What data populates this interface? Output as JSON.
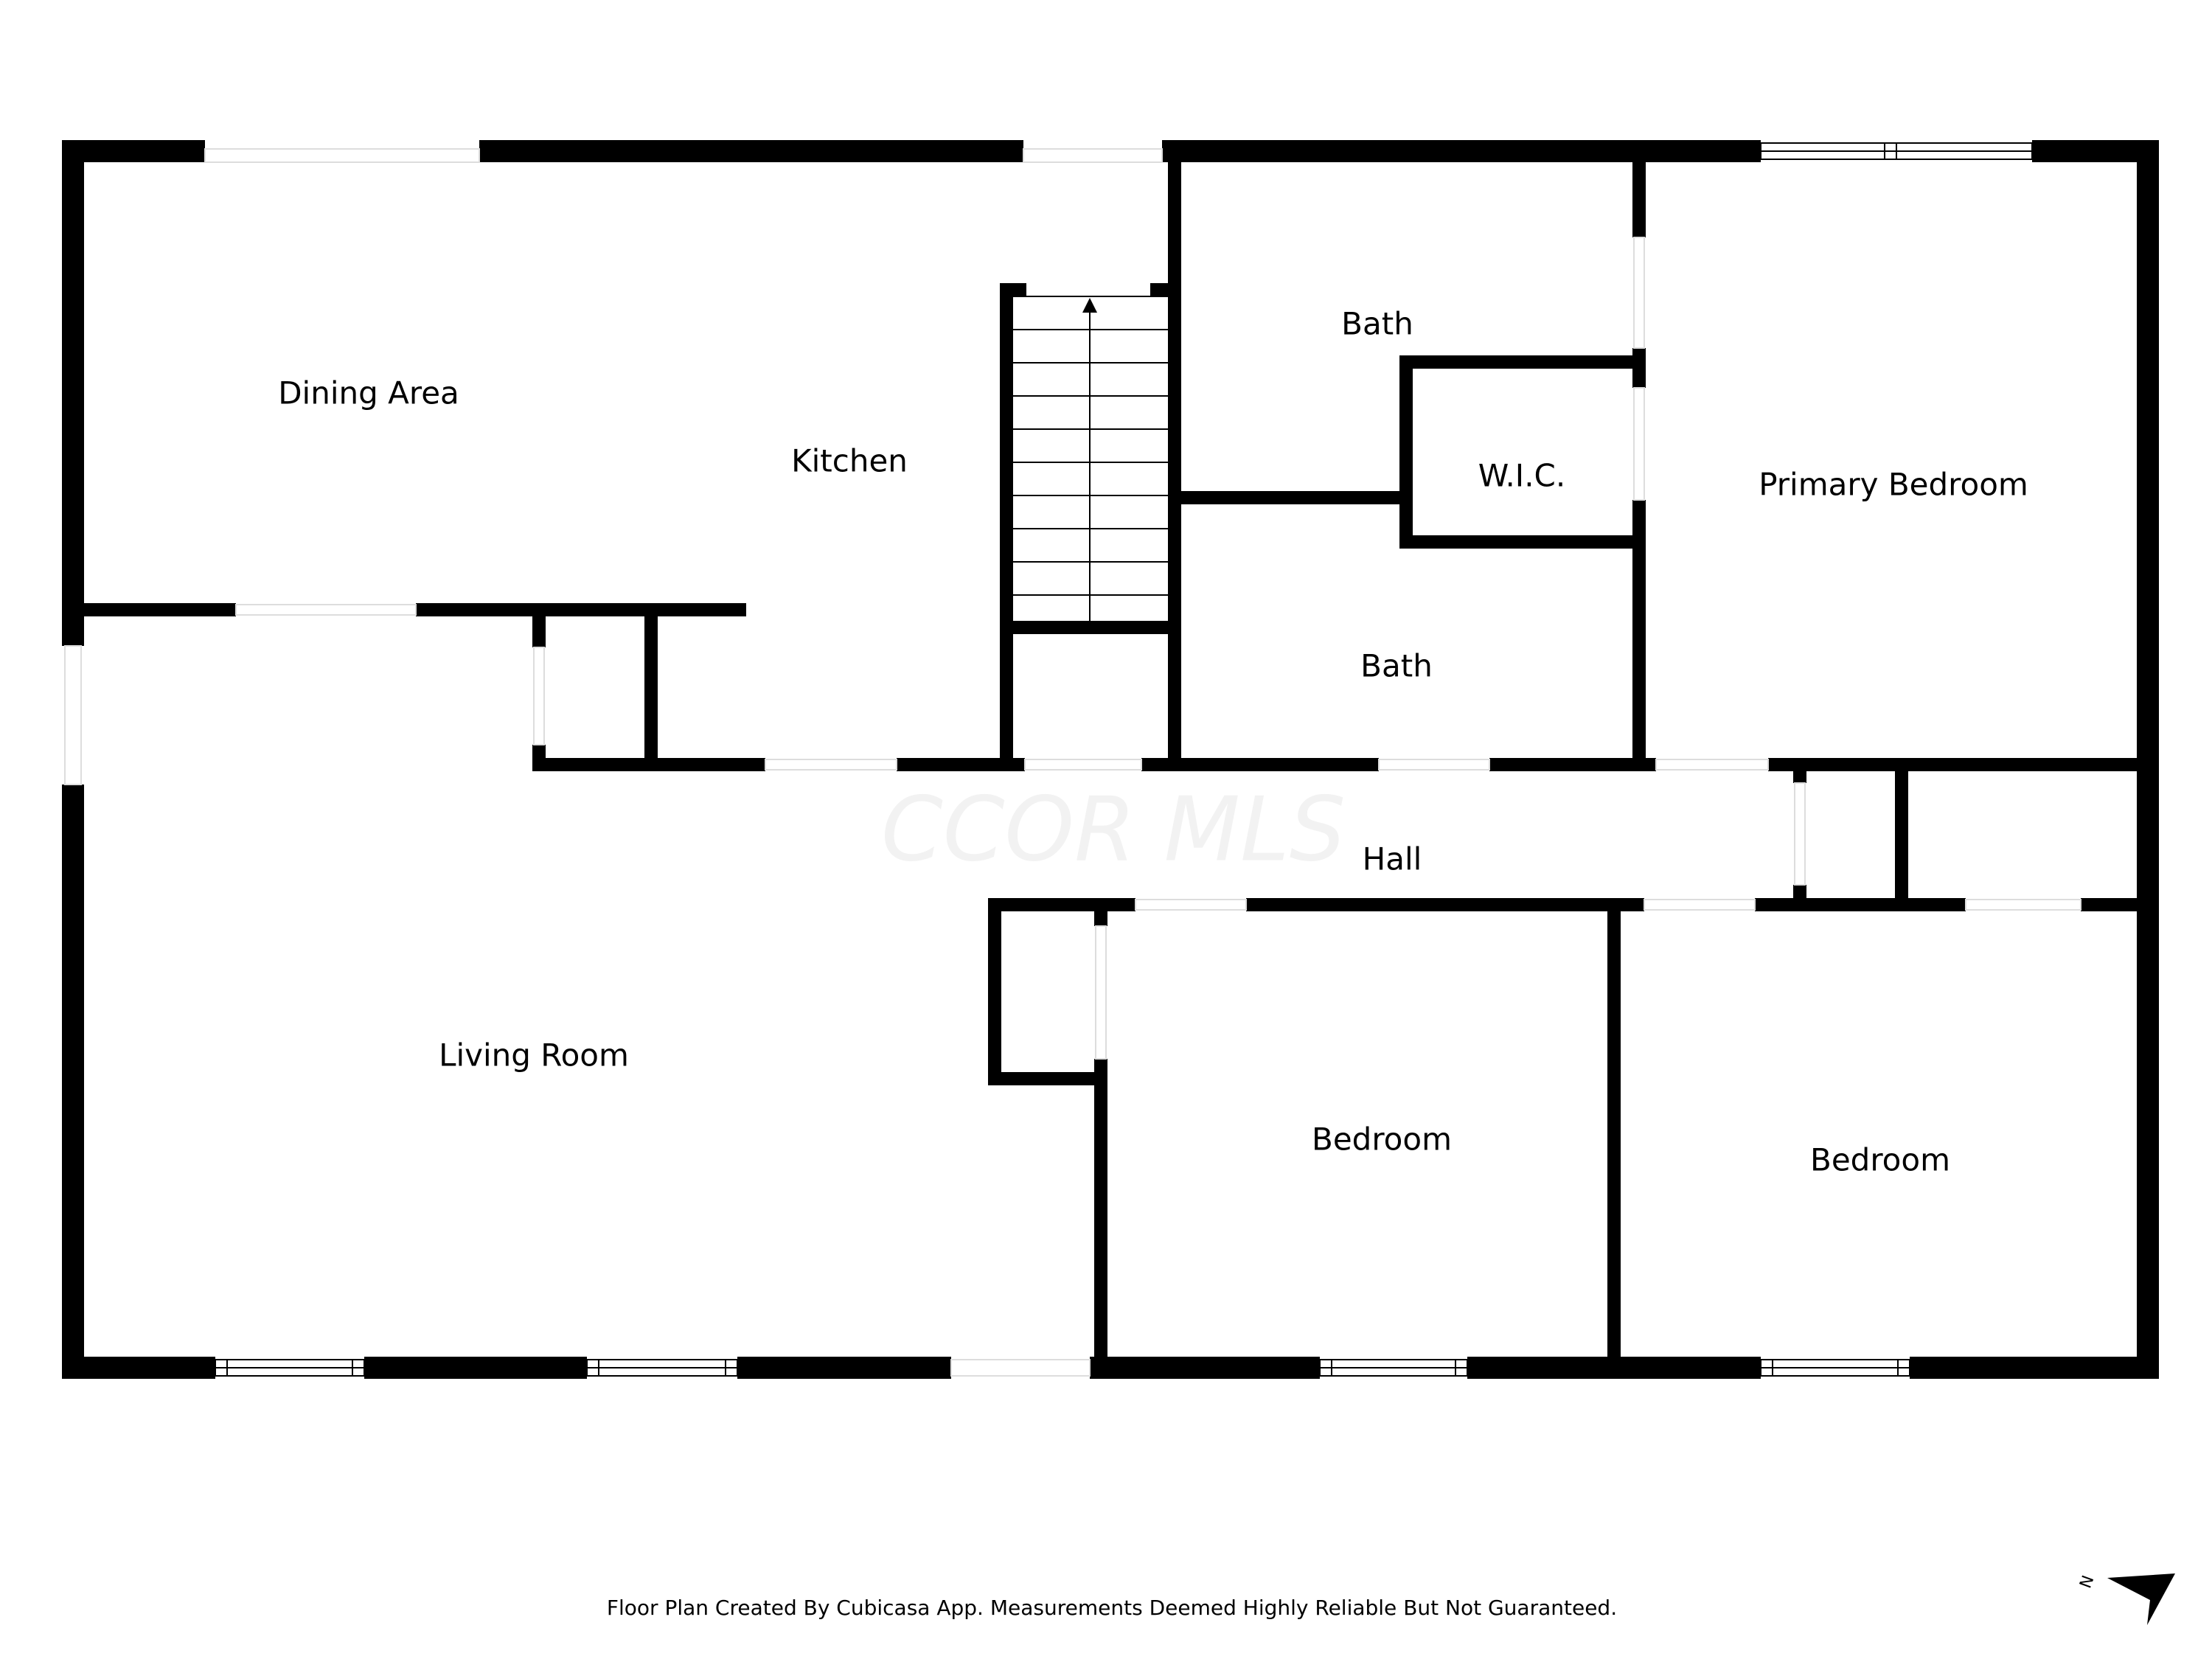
{
  "rooms": {
    "dining_area": "Dining Area",
    "kitchen": "Kitchen",
    "bath_upper": "Bath",
    "wic": "W.I.C.",
    "primary_bedroom": "Primary Bedroom",
    "bath_lower": "Bath",
    "hall": "Hall",
    "living_room": "Living Room",
    "bedroom_1": "Bedroom",
    "bedroom_2": "Bedroom"
  },
  "watermark": "CCOR MLS",
  "footer": "Floor Plan Created By Cubicasa App. Measurements Deemed Highly Reliable But Not Guaranteed.",
  "compass": {
    "label": "N",
    "icon": "north-arrow-icon"
  },
  "colors": {
    "wall": "#000000",
    "background": "#ffffff",
    "watermark": "#f2f2f2"
  }
}
